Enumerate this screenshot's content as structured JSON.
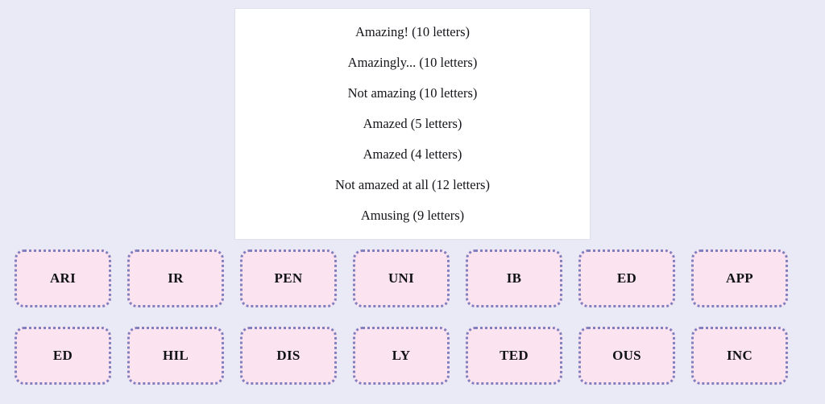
{
  "page": {
    "background_color": "#eaeaf6"
  },
  "card": {
    "background_color": "#ffffff",
    "border_color": "#dedeec",
    "lines": [
      "Amazing! (10 letters)",
      "Amazingly... (10 letters)",
      "Not amazing (10 letters)",
      "Amazed (5 letters)",
      "Amazed (4 letters)",
      "Not amazed at all (12 letters)",
      "Amusing (9 letters)"
    ]
  },
  "tiles": {
    "fill_color": "#fbe4ef",
    "border_color": "#8080c0",
    "text_color": "#111118",
    "rows": [
      {
        "items": [
          {
            "label": "ARI"
          },
          {
            "label": "IR"
          },
          {
            "label": "PEN"
          },
          {
            "label": "UNI"
          },
          {
            "label": "IB"
          },
          {
            "label": "ED"
          },
          {
            "label": "APP"
          }
        ]
      },
      {
        "items": [
          {
            "label": "ED"
          },
          {
            "label": "HIL"
          },
          {
            "label": "DIS"
          },
          {
            "label": "LY"
          },
          {
            "label": "TED"
          },
          {
            "label": "OUS"
          },
          {
            "label": "INC"
          }
        ]
      }
    ]
  }
}
